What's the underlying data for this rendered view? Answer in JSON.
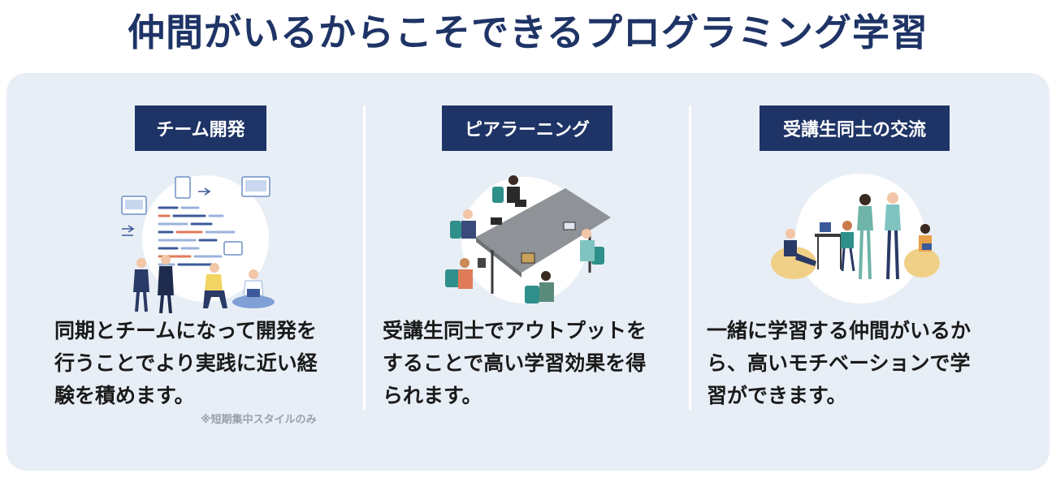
{
  "title": "仲間がいるからこそできるプログラミング学習",
  "columns": [
    {
      "badge": "チーム開発",
      "lines": [
        "同期とチームになって開発を",
        "行うことでより実践に近い経",
        "験を積めます。"
      ],
      "note": "※短期集中スタイルのみ",
      "illustration_icon": "team-development-illustration"
    },
    {
      "badge": "ピアラーニング",
      "lines": [
        "受講生同士でアウトプットを",
        "することで高い学習効果を得",
        "られます。"
      ],
      "illustration_icon": "peer-learning-illustration"
    },
    {
      "badge": "受講生同士の交流",
      "lines": [
        "一緒に学習する仲間がいるか",
        "ら、高いモチベーションで学",
        "習ができます。"
      ],
      "illustration_icon": "student-exchange-illustration"
    }
  ],
  "colors": {
    "navy": "#1f3466",
    "panel": "#e8eef6",
    "note": "#9aa0a8"
  }
}
